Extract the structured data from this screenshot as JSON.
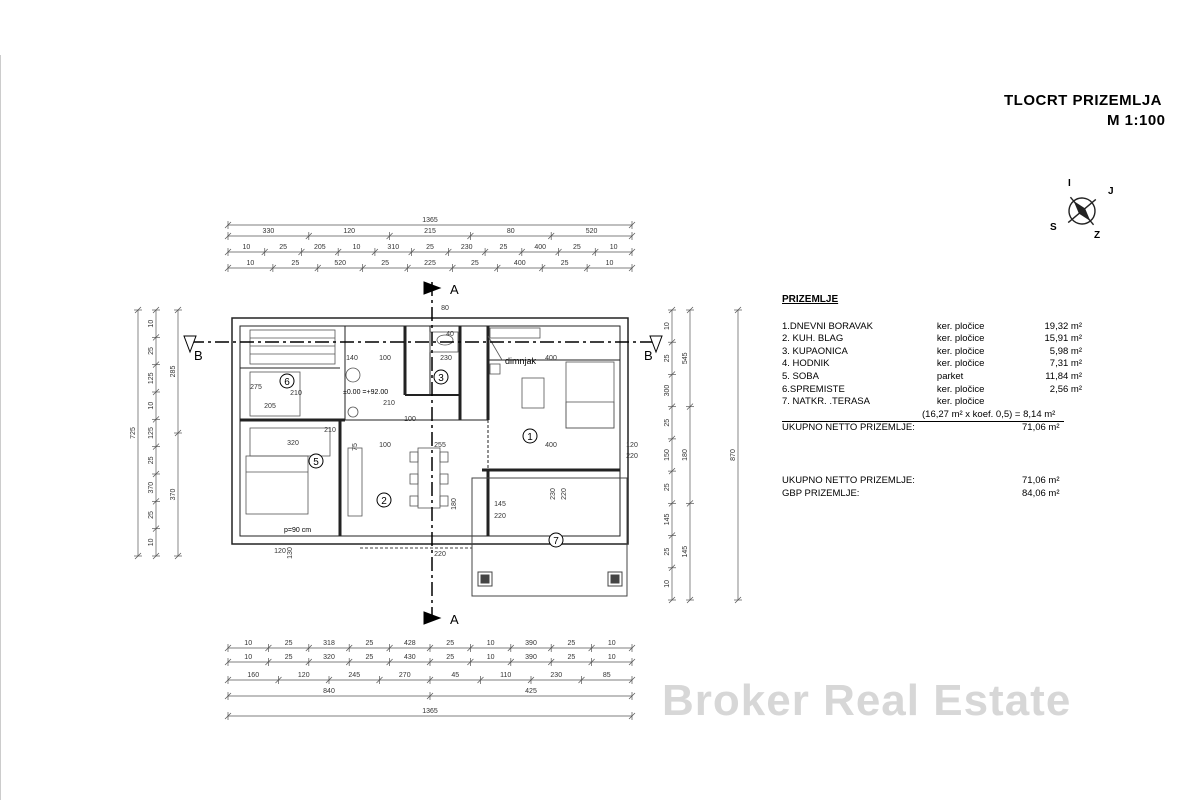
{
  "title": {
    "line1": "TLOCRT  PRIZEMLJA",
    "line2": "M 1:100"
  },
  "compass": {
    "letters": [
      "S",
      "Z",
      "I",
      "J"
    ]
  },
  "section_marks": {
    "a": "A",
    "b": "B"
  },
  "room_numbers": [
    "1",
    "2",
    "3",
    "5",
    "6",
    "7"
  ],
  "plan_labels": {
    "chimney": "dimnjak",
    "door": "p=90 cm",
    "level": "±0.00 =+92.00"
  },
  "legend": {
    "header": "PRIZEMLJE",
    "rooms": [
      {
        "name": "1.DNEVNI BORAVAK",
        "finish": "ker. pločice",
        "area": "19,32 m²"
      },
      {
        "name": "2. KUH. BLAG",
        "finish": "ker. pločice",
        "area": "15,91 m²"
      },
      {
        "name": "3. KUPAONICA",
        "finish": "ker. pločice",
        "area": "5,98 m²"
      },
      {
        "name": "4. HODNIK",
        "finish": "ker. pločice",
        "area": "7,31 m²"
      },
      {
        "name": "5. SOBA",
        "finish": "parket",
        "area": "11,84 m²"
      },
      {
        "name": "6.SPREMISTE",
        "finish": "ker. pločice",
        "area": "2,56 m²"
      },
      {
        "name": "7. NATKR. .TERASA",
        "finish": "ker. pločice",
        "area": ""
      }
    ],
    "terrace_calc": "(16,27 m² x koef. 0,5) = 8,14 m²",
    "net_label": "UKUPNO NETTO PRIZEMLJE:",
    "net_value": "71,06 m²",
    "summary": [
      {
        "label": "UKUPNO NETTO  PRIZEMLJE:",
        "value": "71,06 m²"
      },
      {
        "label": "GBP  PRIZEMLJE:",
        "value": "84,06 m²"
      }
    ]
  },
  "dimensions": {
    "top1": [
      "1365"
    ],
    "top2": [
      "330",
      "120",
      "215",
      "80",
      "520"
    ],
    "top3": [
      "10",
      "25",
      "205",
      "10",
      "310",
      "25",
      "230",
      "25",
      "400",
      "25",
      "10"
    ],
    "top4": [
      "10",
      "25",
      "520",
      "25",
      "225",
      "25",
      "400",
      "25",
      "10"
    ],
    "left_outer": [
      "10",
      "25",
      "125",
      "10",
      "125",
      "25",
      "370",
      "25",
      "10"
    ],
    "left_inner": [
      "285",
      "370"
    ],
    "left_total": [
      "725"
    ],
    "right_outer": [
      "10",
      "25",
      "300",
      "25",
      "150",
      "25",
      "145",
      "25",
      "10"
    ],
    "right_inner": [
      "545",
      "180",
      "145"
    ],
    "right_total": [
      "870"
    ],
    "bottom1": [
      "10",
      "25",
      "318",
      "25",
      "428",
      "25",
      "10",
      "390",
      "25",
      "10"
    ],
    "bottom2": [
      "10",
      "25",
      "320",
      "25",
      "430",
      "25",
      "10",
      "390",
      "25",
      "10"
    ],
    "bottom3": [
      "160",
      "120",
      "245",
      "270",
      "45",
      "110",
      "230",
      "85"
    ],
    "bottom4": [
      "840",
      "425"
    ],
    "bottom5": [
      "1365"
    ],
    "interior": [
      "140",
      "100",
      "230",
      "275",
      "205",
      "210",
      "320",
      "210",
      "100",
      "255",
      "400",
      "120",
      "220",
      "145",
      "220",
      "230",
      "220",
      "180",
      "220",
      "120",
      "130",
      "75",
      "100",
      "400",
      "210",
      "80",
      "40"
    ]
  },
  "watermark": "Broker Real Estate"
}
